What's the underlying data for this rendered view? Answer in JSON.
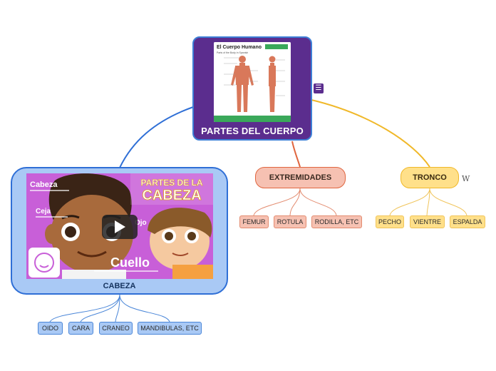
{
  "central": {
    "label": "PARTES DEL CUERPO",
    "image": {
      "title": "El Cuerpo Humano",
      "subtitle": "Parts of the Body in Spanish"
    }
  },
  "branches": {
    "cabeza": {
      "label": "CABEZA",
      "image": {
        "banner_top": "PARTES DE LA",
        "banner_main": "CABEZA",
        "tag_cabeza": "Cabeza",
        "tag_ceja": "Ceja",
        "tag_ojo": "Ojo",
        "tag_cuello": "Cuello"
      },
      "children": [
        "OIDO",
        "CARA",
        "CRANEO",
        "MANDIBULAS, ETC"
      ]
    },
    "extremidades": {
      "label": "EXTREMIDADES",
      "children": [
        "FEMUR",
        "ROTULA",
        "RODILLA, ETC"
      ]
    },
    "tronco": {
      "label": "TRONCO",
      "children": [
        "PECHO",
        "VIENTRE",
        "ESPALDA"
      ]
    }
  },
  "icons": {
    "note": "note-icon",
    "wikipedia": "wikipedia-icon",
    "play": "play-icon"
  },
  "colors": {
    "central_bg": "#5b2d8e",
    "cabeza_bg": "#a9c9f5",
    "cabeza_line": "#2f6fd6",
    "extremidades_bg": "#f6c1b2",
    "extremidades_line": "#e0663f",
    "tronco_bg": "#ffe08a",
    "tronco_line": "#f0b829"
  }
}
